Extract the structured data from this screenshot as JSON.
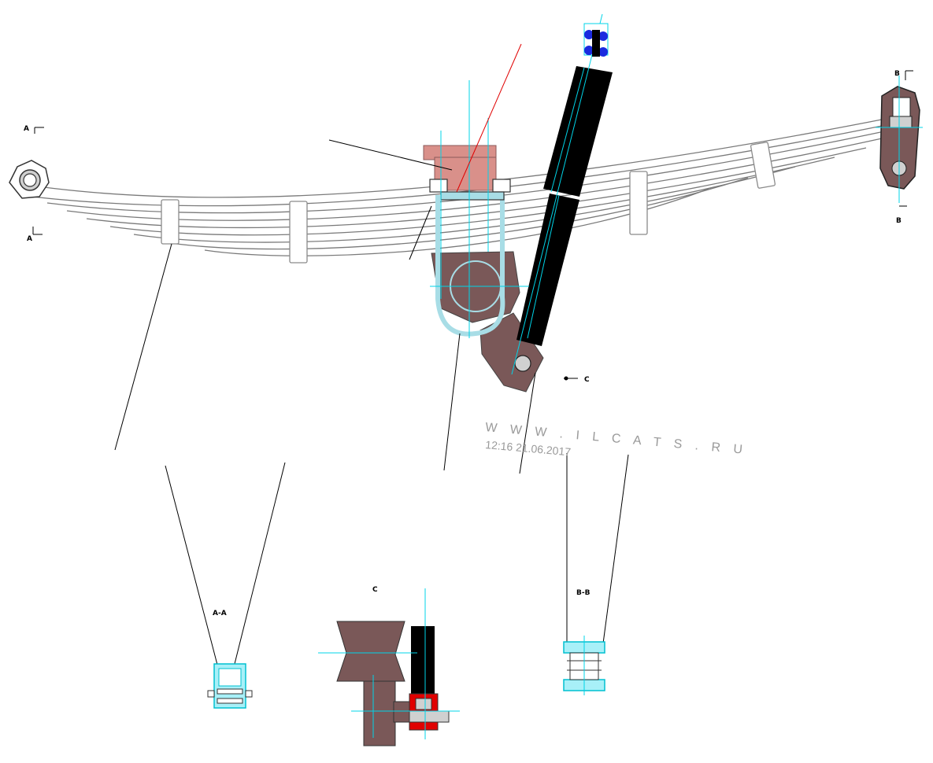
{
  "labels": {
    "section_a_top": "A",
    "section_a_bottom": "A",
    "section_b_top": "B",
    "section_b_bottom": "B",
    "section_c_arrow": "C",
    "view_a_a": "A-A",
    "view_c": "C",
    "view_b_b": "B-B"
  },
  "watermark": {
    "site": "W W W . I L C A T S . R U",
    "timestamp": "12:16 21.06.2017"
  },
  "colors": {
    "spring_outline": "#6e6e6e",
    "bracket_brown": "#7a5858",
    "bracket_pink": "#d9908a",
    "shock_black": "#000000",
    "centerline_cyan": "#00d4e8",
    "ubolt_lightblue": "#a8dde6",
    "leader_red": "#e00000",
    "bolt_red": "#e00000",
    "bolt_blue": "#1a2adf"
  }
}
